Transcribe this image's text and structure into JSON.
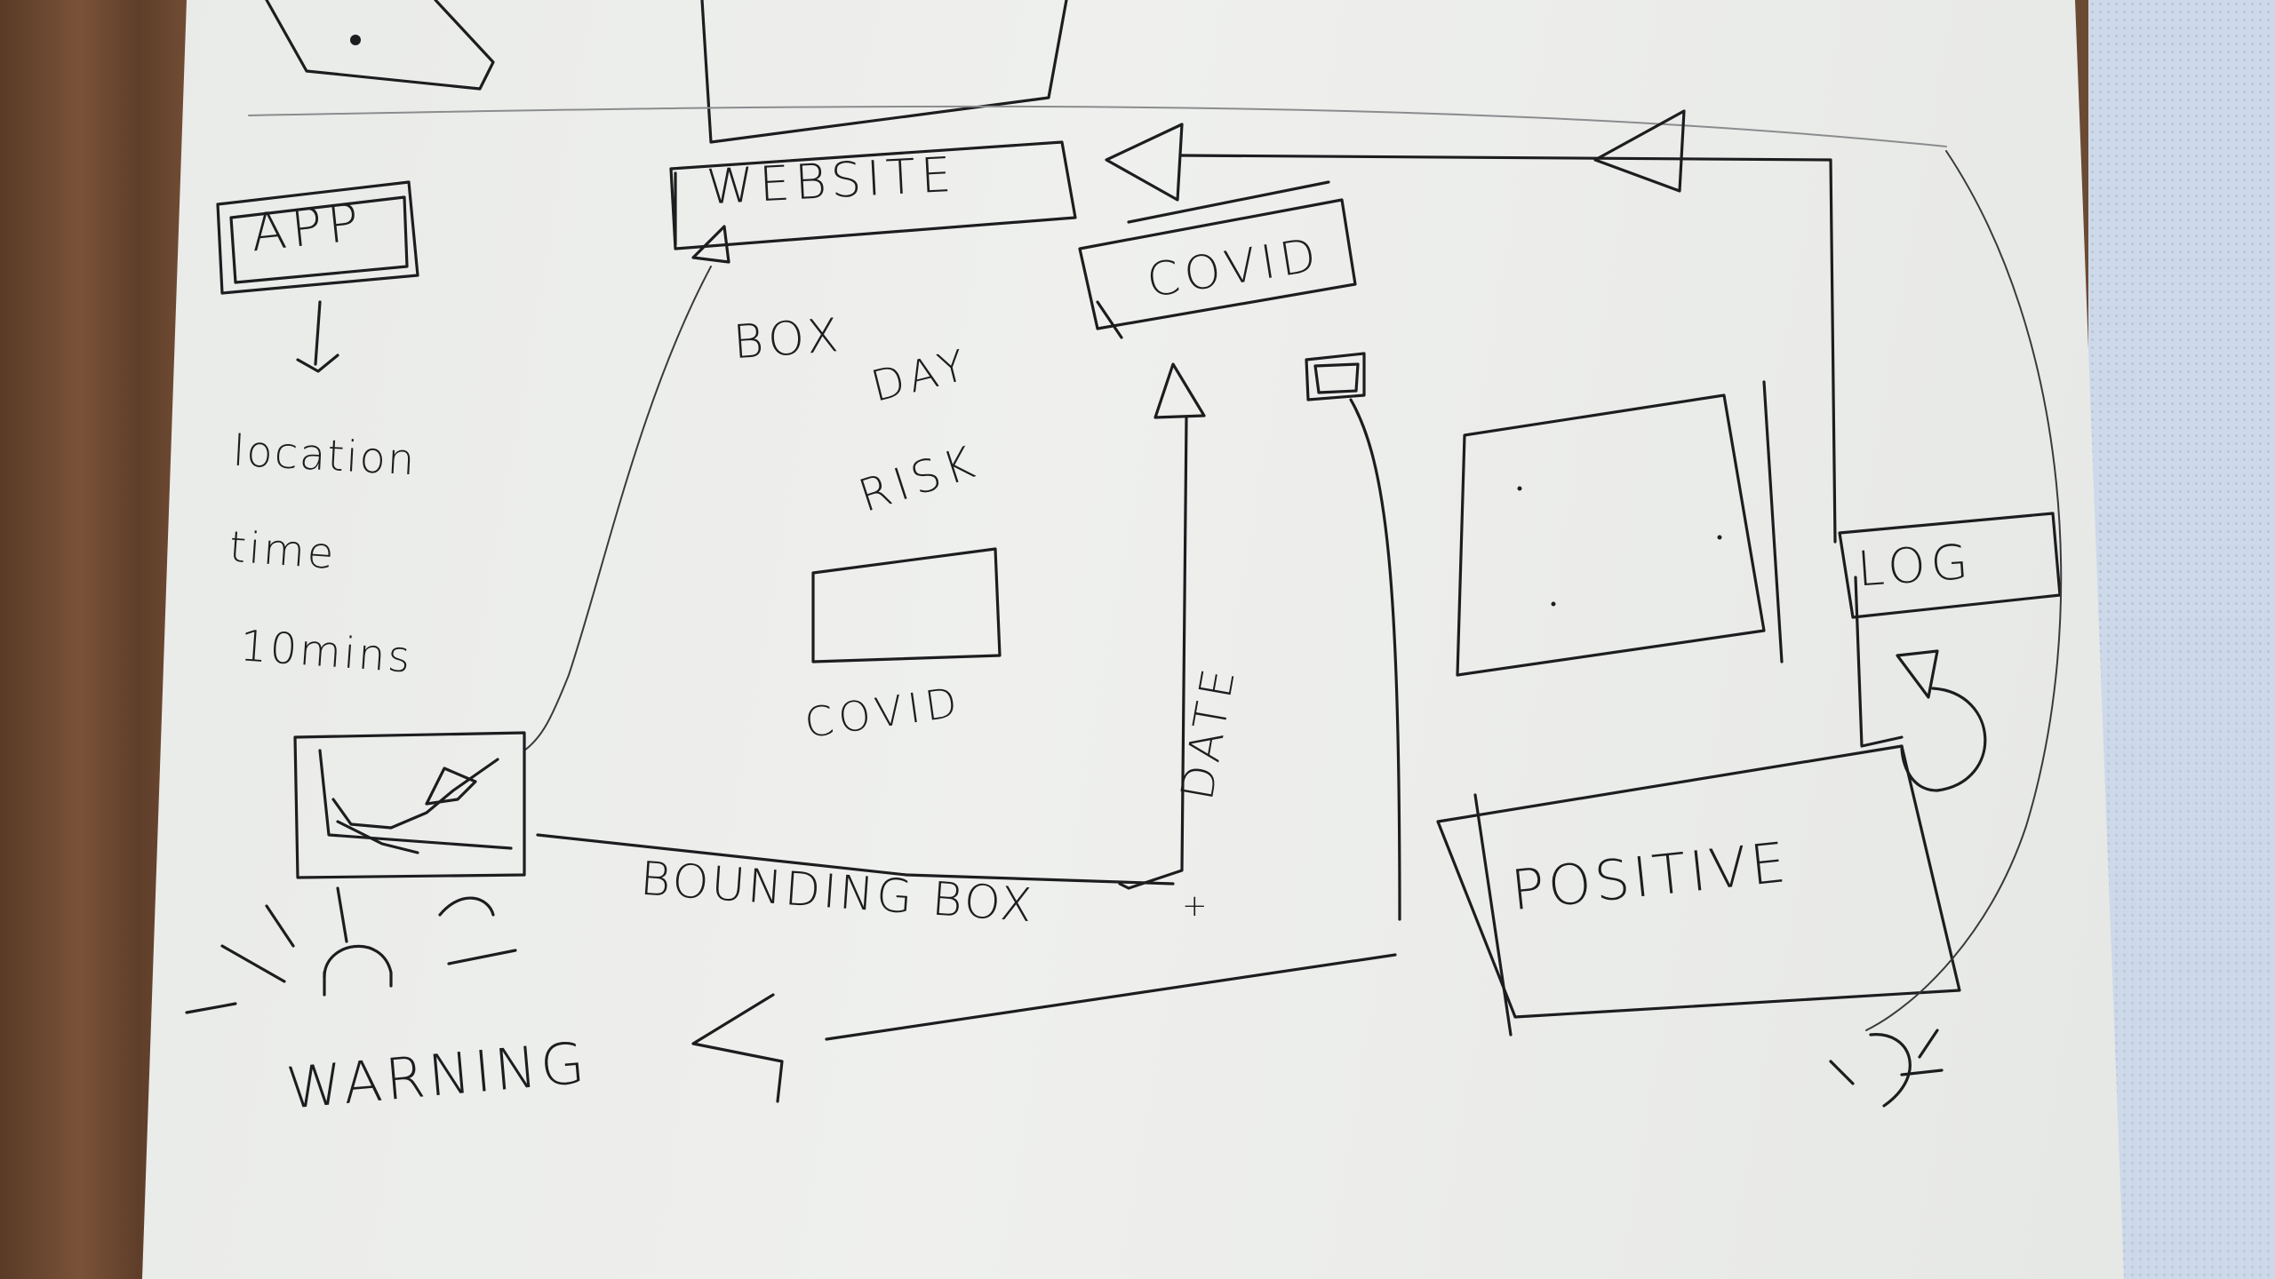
{
  "labels": {
    "website": "WEBSITE",
    "app": "APP",
    "covid_top": "COVID",
    "box": "BOX",
    "day": "DAY",
    "risk": "RISK",
    "covid_mid": "COVID",
    "location": "location",
    "time": "time",
    "ten_mins": "10mins",
    "date": "DATE",
    "log": "LOG",
    "bounding_box": "BOUNDING BOX",
    "plus": "+",
    "positive": "POSITIVE",
    "warning": "WARNING"
  },
  "icons": [
    "app-box",
    "website-box",
    "covid-box",
    "log-box",
    "positive-box",
    "chart-sketch",
    "alarm-bell",
    "triangle-arrow",
    "down-arrow",
    "small-square",
    "blank-rect-risk",
    "blank-rect-right"
  ]
}
